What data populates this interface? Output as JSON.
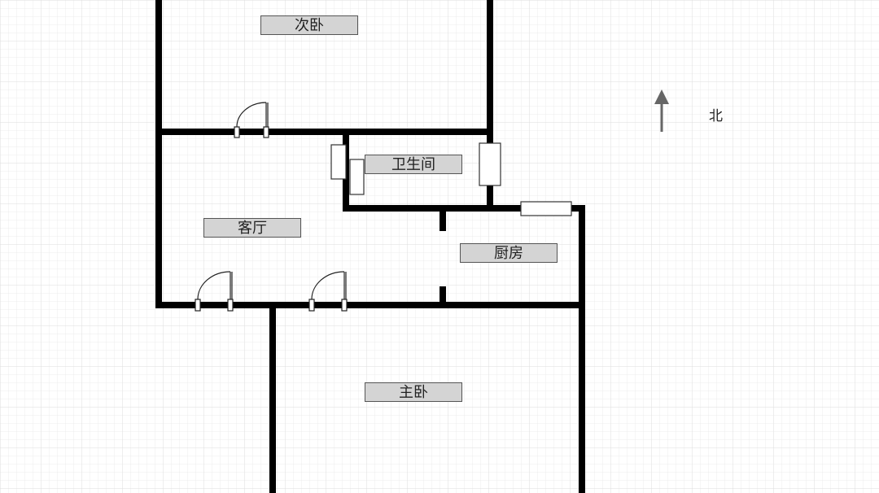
{
  "floorplan": {
    "rooms": [
      {
        "id": "second-bedroom",
        "label": "次卧"
      },
      {
        "id": "bathroom",
        "label": "卫生间"
      },
      {
        "id": "living-room",
        "label": "客厅"
      },
      {
        "id": "kitchen",
        "label": "厨房"
      },
      {
        "id": "master-bedroom",
        "label": "主卧"
      }
    ],
    "compass": {
      "label": "北",
      "direction": "north"
    }
  },
  "colors": {
    "background": "#ffffff",
    "grid_line": "#e6e6e6",
    "wall": "#000000",
    "label_fill": "#d4d4d4",
    "label_border": "#555555",
    "compass_arrow": "#666666"
  }
}
